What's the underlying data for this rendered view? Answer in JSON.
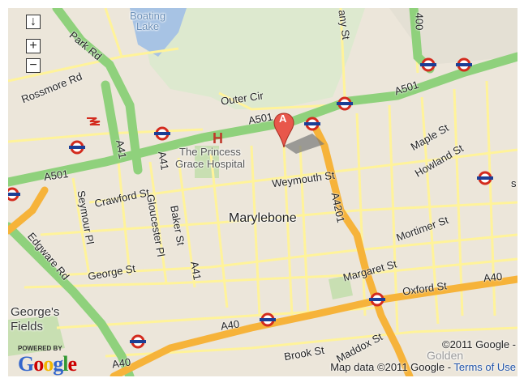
{
  "map": {
    "place_labels": {
      "boating_lake": "Boating\nLake",
      "princess_grace": "The Princess\nGrace Hospital",
      "marylebone": "Marylebone",
      "georges_fields": "George's\nFields",
      "golden": "Golden"
    },
    "road_labels": {
      "park_rd": "Park Rd",
      "rossmore_rd": "Rossmore Rd",
      "outer_cir": "Outer Cir",
      "a501_top": "A501",
      "a501_left": "A501",
      "a501_mid": "A501",
      "a41_a": "A41",
      "a41_b": "A41",
      "a41_c": "A41",
      "weymouth_st": "Weymouth St",
      "maple_st": "Maple St",
      "howland_st": "Howland St",
      "crawford_st": "Crawford St",
      "seymour_pl": "Seymour Pl",
      "gloucester_pl": "Gloucester Pl",
      "baker_st": "Baker St",
      "a4201": "A4201",
      "mortimer_st": "Mortimer St",
      "edgware_rd": "Edgware Rd",
      "george_st": "George St",
      "margaret_st": "Margaret St",
      "oxford_st": "Oxford St",
      "a40_right": "A40",
      "a40_mid": "A40",
      "a40_bottom": "A40",
      "brook_st": "Brook St",
      "maddox_st": "Maddox St",
      "albany_st": "any St",
      "a400": "400",
      "s_fragment": "s"
    },
    "marker_letter": "A",
    "hospital_symbol": "H"
  },
  "controls": {
    "pan_down": "↓",
    "zoom_in": "+",
    "zoom_out": "−"
  },
  "attribution": {
    "powered_by": "POWERED BY",
    "google_logo": "Google",
    "copyright": "©2011 Google -",
    "map_data": "Map data ©2011 Google -",
    "terms_link": "Terms of Use"
  },
  "colors": {
    "land": "#ece6da",
    "park": "#c8dfb2",
    "water": "#a7c3e4",
    "major_road": "#8fd17c",
    "a_road": "#f6b33a",
    "minor_road": "#fff39a",
    "tube": "#d32b1e"
  }
}
